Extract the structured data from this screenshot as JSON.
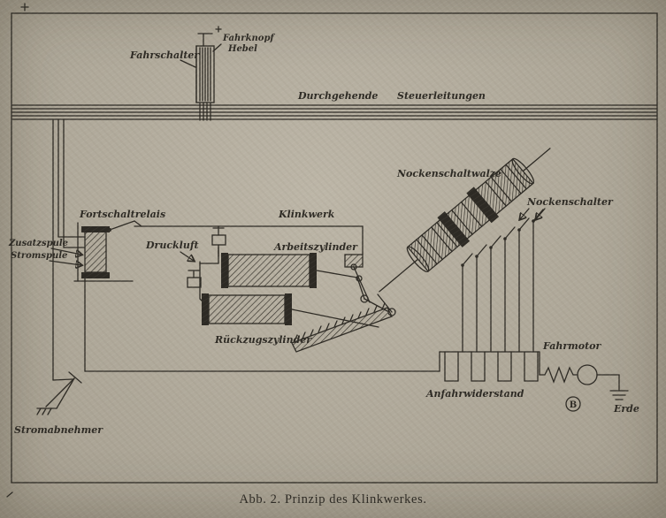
{
  "figure": {
    "caption": "Abb. 2. Prinzip des Klinkwerkes.",
    "ink": "#2d2a24",
    "paper": "#b5ae9f"
  },
  "labels": {
    "fahrknopf": "Fahrknopf",
    "hebel": "Hebel",
    "fahrschalter": "Fahrschalter",
    "durchgehende": "Durchgehende",
    "steuerleitungen": "Steuerleitungen",
    "nockenschaltwalze": "Nockenschaltwalze",
    "nockenschalter": "Nockenschalter",
    "fortschaltrelais": "Fortschaltrelais",
    "klinkwerk": "Klinkwerk",
    "zusatzspule": "Zusatzspule",
    "stromspule": "Stromspule",
    "druckluft": "Druckluft",
    "arbeitszylinder": "Arbeitszylinder",
    "rueckzugszylinder": "Rückzugszylinder",
    "anfahrwiderstand": "Anfahrwiderstand",
    "fahrmotor": "Fahrmotor",
    "erde": "Erde",
    "stromabnehmer": "Stromabnehmer",
    "motor_badge": "B"
  }
}
